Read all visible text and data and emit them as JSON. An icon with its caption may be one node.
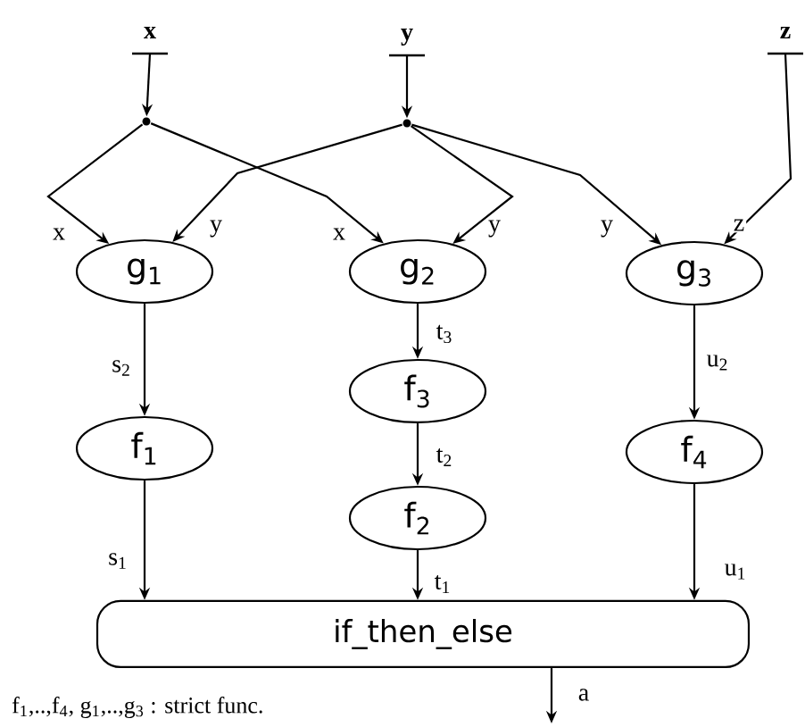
{
  "diagram": {
    "nodes": [
      {
        "text": [
          "x"
        ]
      },
      {
        "text": [
          "y"
        ]
      },
      {
        "text": [
          "z"
        ]
      },
      {
        "text": [],
        "shape": "circle"
      },
      {
        "text": [],
        "shape": "circle"
      },
      {
        "text": [
          "g$_{1}$"
        ]
      },
      {
        "text": [
          "g$_{2}$"
        ]
      },
      {
        "text": [
          "g$_{3}$"
        ]
      },
      {
        "text": [
          "f$_{3}$"
        ]
      },
      {
        "text": [
          "f$_{1}$"
        ]
      },
      {
        "text": [
          "f$_{4}$"
        ]
      },
      {
        "text": [
          "f$_{2}$"
        ]
      },
      {
        "text": [
          "if_then_else"
        ]
      }
    ],
    "edges": [
      {
        "from": 0,
        "to": 3,
        "arrow": "to"
      },
      {
        "from": 1,
        "to": 4,
        "arrow": "to"
      },
      {
        "from": 3,
        "to": 5,
        "arrow": "to",
        "label": "x"
      },
      {
        "from": 3,
        "to": 6,
        "arrow": "to",
        "label": "x"
      },
      {
        "from": 4,
        "to": 5,
        "arrow": "to",
        "label": "y"
      },
      {
        "from": 4,
        "to": 6,
        "arrow": "to",
        "label": "y"
      },
      {
        "from": 4,
        "to": 7,
        "arrow": "to",
        "label": "y"
      },
      {
        "from": 2,
        "to": 7,
        "arrow": "to",
        "label": "z"
      },
      {
        "from": 5,
        "to": 9,
        "arrow": "to",
        "label": "s$_{2}$"
      },
      {
        "from": 6,
        "to": 8,
        "arrow": "to",
        "label": "t$_{3}$"
      },
      {
        "from": 8,
        "to": 11,
        "arrow": "to",
        "label": "t$_{2}$"
      },
      {
        "from": 7,
        "to": 10,
        "arrow": "to",
        "label": "u$_{2}$"
      },
      {
        "from": 9,
        "to": 12,
        "arrow": "to",
        "label": "s$_{1}$"
      },
      {
        "from": 11,
        "to": 12,
        "arrow": "to",
        "label": "t$_{1}$"
      },
      {
        "from": 10,
        "to": 12,
        "arrow": "to",
        "label": "u$_{1}$"
      },
      {
        "from": 12,
        "to": null,
        "arrow": "to",
        "label": "a"
      }
    ],
    "labels": [
      "f$_{1}$,..,f$_{4}$, g$_{1}$,..,g$_{3}$ : strict func."
    ]
  }
}
